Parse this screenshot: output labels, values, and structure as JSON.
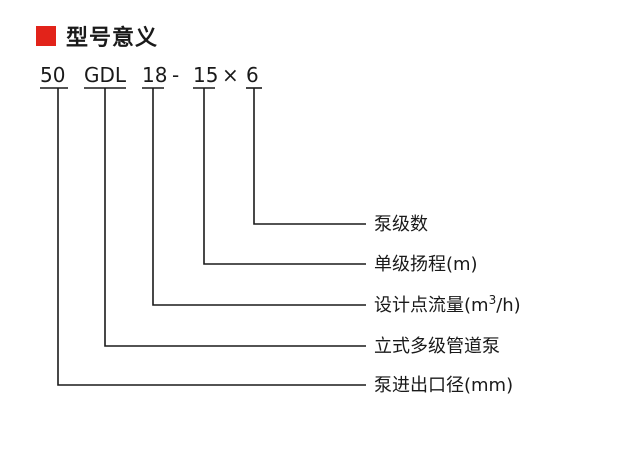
{
  "header": {
    "title": "型号意义",
    "accent_color": "#e2231a"
  },
  "code": {
    "parts": [
      "50",
      "GDL",
      "18",
      "-",
      "15",
      "×",
      "6"
    ]
  },
  "legend": {
    "pump_stages": "泵级数",
    "single_stage_head": "单级扬程(m)",
    "design_flow_prefix": "设计点流量(m",
    "design_flow_sup": "3",
    "design_flow_suffix": "/h)",
    "pump_type": "立式多级管道泵",
    "inlet_outlet_diameter": "泵进出口径(mm)"
  }
}
